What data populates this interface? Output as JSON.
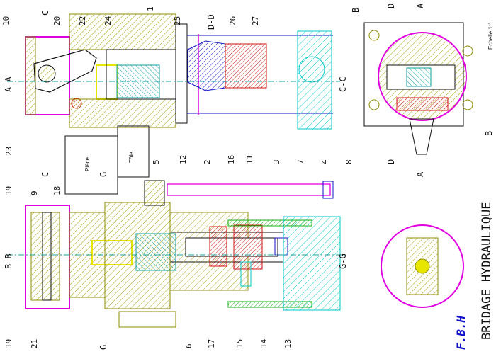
{
  "title": "BRIDAGE HYDRAULIQUE",
  "scale_note": "Echelle 1:1",
  "logo_text": "F.B.H",
  "section_labels": {
    "aa": "A-A",
    "bb": "B-B",
    "cc": "C-C",
    "dd": "D-D",
    "gg": "G-G",
    "a": "A",
    "b": "B",
    "c": "C",
    "d": "D",
    "g": "G"
  },
  "part_labels": {
    "piece": "Pièce",
    "tole": "Tôle"
  },
  "part_numbers": [
    "10",
    "20",
    "22",
    "24",
    "25",
    "26",
    "27",
    "23",
    "1",
    "5",
    "12",
    "2",
    "16",
    "11",
    "3",
    "7",
    "4",
    "8",
    "19",
    "9",
    "18",
    "21",
    "6",
    "17",
    "15",
    "14",
    "13"
  ],
  "colors": {
    "magenta": "#e100e1",
    "olive": "#8c8c00",
    "blue": "#1010c8",
    "cyan": "#00c8c8",
    "red": "#d21414",
    "green": "#10b010",
    "yellow": "#e6e600",
    "teal": "#10a0a0"
  }
}
